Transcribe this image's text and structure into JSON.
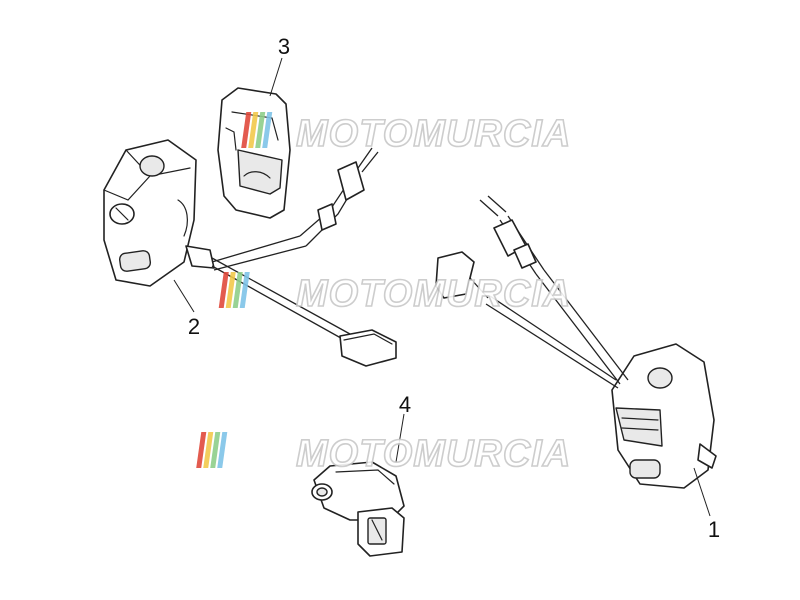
{
  "callouts": {
    "c1": "1",
    "c2": "2",
    "c3": "3",
    "c4": "4"
  },
  "watermark": {
    "text": "MOTOMURCIA",
    "stripe_colors": [
      "#e04a3c",
      "#f2c94c",
      "#8fcf8a",
      "#7fc4e8"
    ]
  }
}
